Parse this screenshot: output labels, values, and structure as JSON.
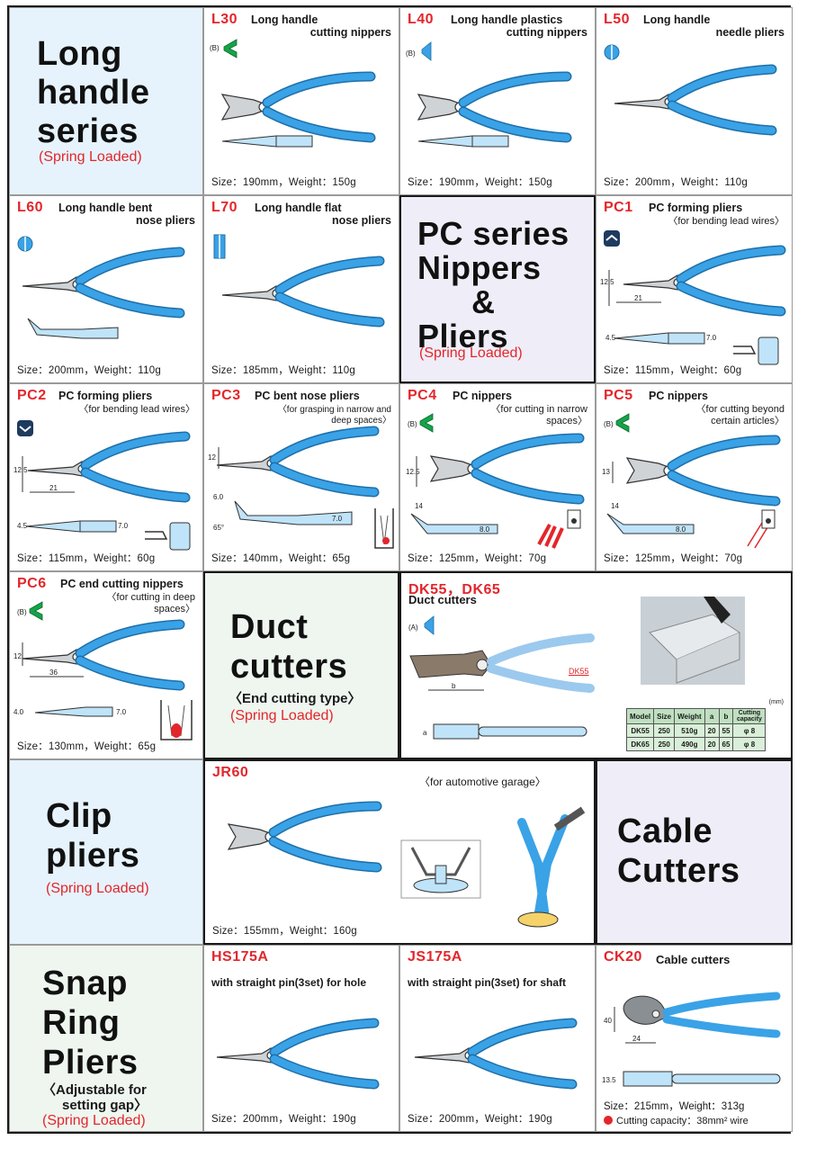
{
  "series": {
    "long_handle": {
      "title_lines": [
        "Long",
        "handle",
        "series"
      ],
      "spring": "(Spring Loaded)"
    },
    "pc": {
      "title_lines": [
        "PC series",
        "Nippers",
        "&",
        "Pliers"
      ],
      "spring": "(Spring Loaded)"
    },
    "duct": {
      "title_lines": [
        "Duct",
        "cutters"
      ],
      "subtitle": "〈End cutting type〉",
      "spring": "(Spring Loaded)"
    },
    "clip": {
      "title_lines": [
        "Clip",
        "pliers"
      ],
      "spring": "(Spring Loaded)"
    },
    "cable": {
      "title_lines": [
        "Cable",
        "Cutters"
      ]
    },
    "snap": {
      "title_lines": [
        "Snap",
        "Ring",
        "Pliers"
      ],
      "subtitle_lines": [
        "〈Adjustable for",
        "setting gap〉"
      ],
      "spring": "(Spring Loaded)"
    }
  },
  "products": {
    "l30": {
      "code": "L30",
      "name1": "Long handle",
      "name2": "cutting nippers",
      "blade": "(B)",
      "spec": "Size：190mm，Weight：150g"
    },
    "l40": {
      "code": "L40",
      "name1": "Long handle plastics",
      "name2": "cutting nippers",
      "blade": "(B)",
      "spec": "Size：190mm，Weight：150g"
    },
    "l50": {
      "code": "L50",
      "name1": "Long handle",
      "name2": "needle pliers",
      "spec": "Size：200mm，Weight：110g"
    },
    "l60": {
      "code": "L60",
      "name1": "Long handle bent",
      "name2": "nose pliers",
      "spec": "Size：200mm，Weight：110g"
    },
    "l70": {
      "code": "L70",
      "name1": "Long handle flat",
      "name2": "nose pliers",
      "spec": "Size：185mm，Weight：110g"
    },
    "pc1": {
      "code": "PC1",
      "name1": "PC forming pliers",
      "name2": "〈for bending lead wires〉",
      "spec": "Size：115mm，Weight：60g",
      "dims": [
        "12.5",
        "21",
        "4.5",
        "7.0"
      ]
    },
    "pc2": {
      "code": "PC2",
      "name1": "PC forming pliers",
      "name2": "〈for bending lead wires〉",
      "spec": "Size：115mm，Weight：60g",
      "dims": [
        "12.5",
        "21",
        "4.5",
        "7.0"
      ]
    },
    "pc3": {
      "code": "PC3",
      "name1": "PC bent nose pliers",
      "name2": "〈for grasping in narrow and",
      "name3": "deep spaces〉",
      "spec": "Size：140mm，Weight：65g",
      "dims": [
        "12",
        "6.0",
        "65°",
        "7.0"
      ]
    },
    "pc4": {
      "code": "PC4",
      "name1": "PC nippers",
      "name2": "〈for cutting in narrow",
      "name3": "spaces〉",
      "blade": "(B)",
      "spec": "Size：125mm，Weight：70g",
      "dims": [
        "12.5",
        "14",
        "8.0"
      ]
    },
    "pc5": {
      "code": "PC5",
      "name1": "PC nippers",
      "name2": "〈for cutting beyond",
      "name3": "certain articles〉",
      "blade": "(B)",
      "spec": "Size：125mm，Weight：70g",
      "dims": [
        "13",
        "14",
        "8.0"
      ]
    },
    "pc6": {
      "code": "PC6",
      "name1": "PC end cutting nippers",
      "name2": "〈for cutting in deep",
      "name3": "spaces〉",
      "blade": "(B)",
      "spec": "Size：130mm，Weight：65g",
      "dims": [
        "12",
        "36",
        "4.0",
        "7.0"
      ]
    },
    "dk": {
      "code": "DK55，DK65",
      "name1": "Duct cutters",
      "blade": "(A)",
      "label": "DK55",
      "dims": [
        "b",
        "a"
      ],
      "unit": "(mm)",
      "table_head": [
        "Model",
        "Size",
        "Weight",
        "a",
        "b",
        "Cutting capacity"
      ],
      "table_rows": [
        [
          "DK55",
          "250",
          "510g",
          "20",
          "55",
          "φ 8"
        ],
        [
          "DK65",
          "250",
          "490g",
          "20",
          "65",
          "φ 8"
        ]
      ]
    },
    "jr60": {
      "code": "JR60",
      "note": "〈for automotive garage〉",
      "spec": "Size：155mm，Weight：160g"
    },
    "hs175a": {
      "code": "HS175A",
      "name1": "with straight pin(3set) for hole",
      "spec": "Size：200mm，Weight：190g"
    },
    "js175a": {
      "code": "JS175A",
      "name1": "with straight pin(3set) for shaft",
      "spec": "Size：200mm，Weight：190g"
    },
    "ck20": {
      "code": "CK20",
      "name1": "Cable cutters",
      "spec": "Size：215mm，Weight：313g",
      "capacity": "Cutting capacity：38mm² wire",
      "dims": [
        "40",
        "24",
        "13.5"
      ]
    }
  },
  "colors": {
    "accent_red": "#e3262b",
    "handle_blue": "#2f8fd0",
    "blade_green": "#16a34a",
    "series_blue_bg": "#e6f3fc",
    "series_lav_bg": "#efedf7",
    "series_green_bg": "#eef6ef"
  }
}
